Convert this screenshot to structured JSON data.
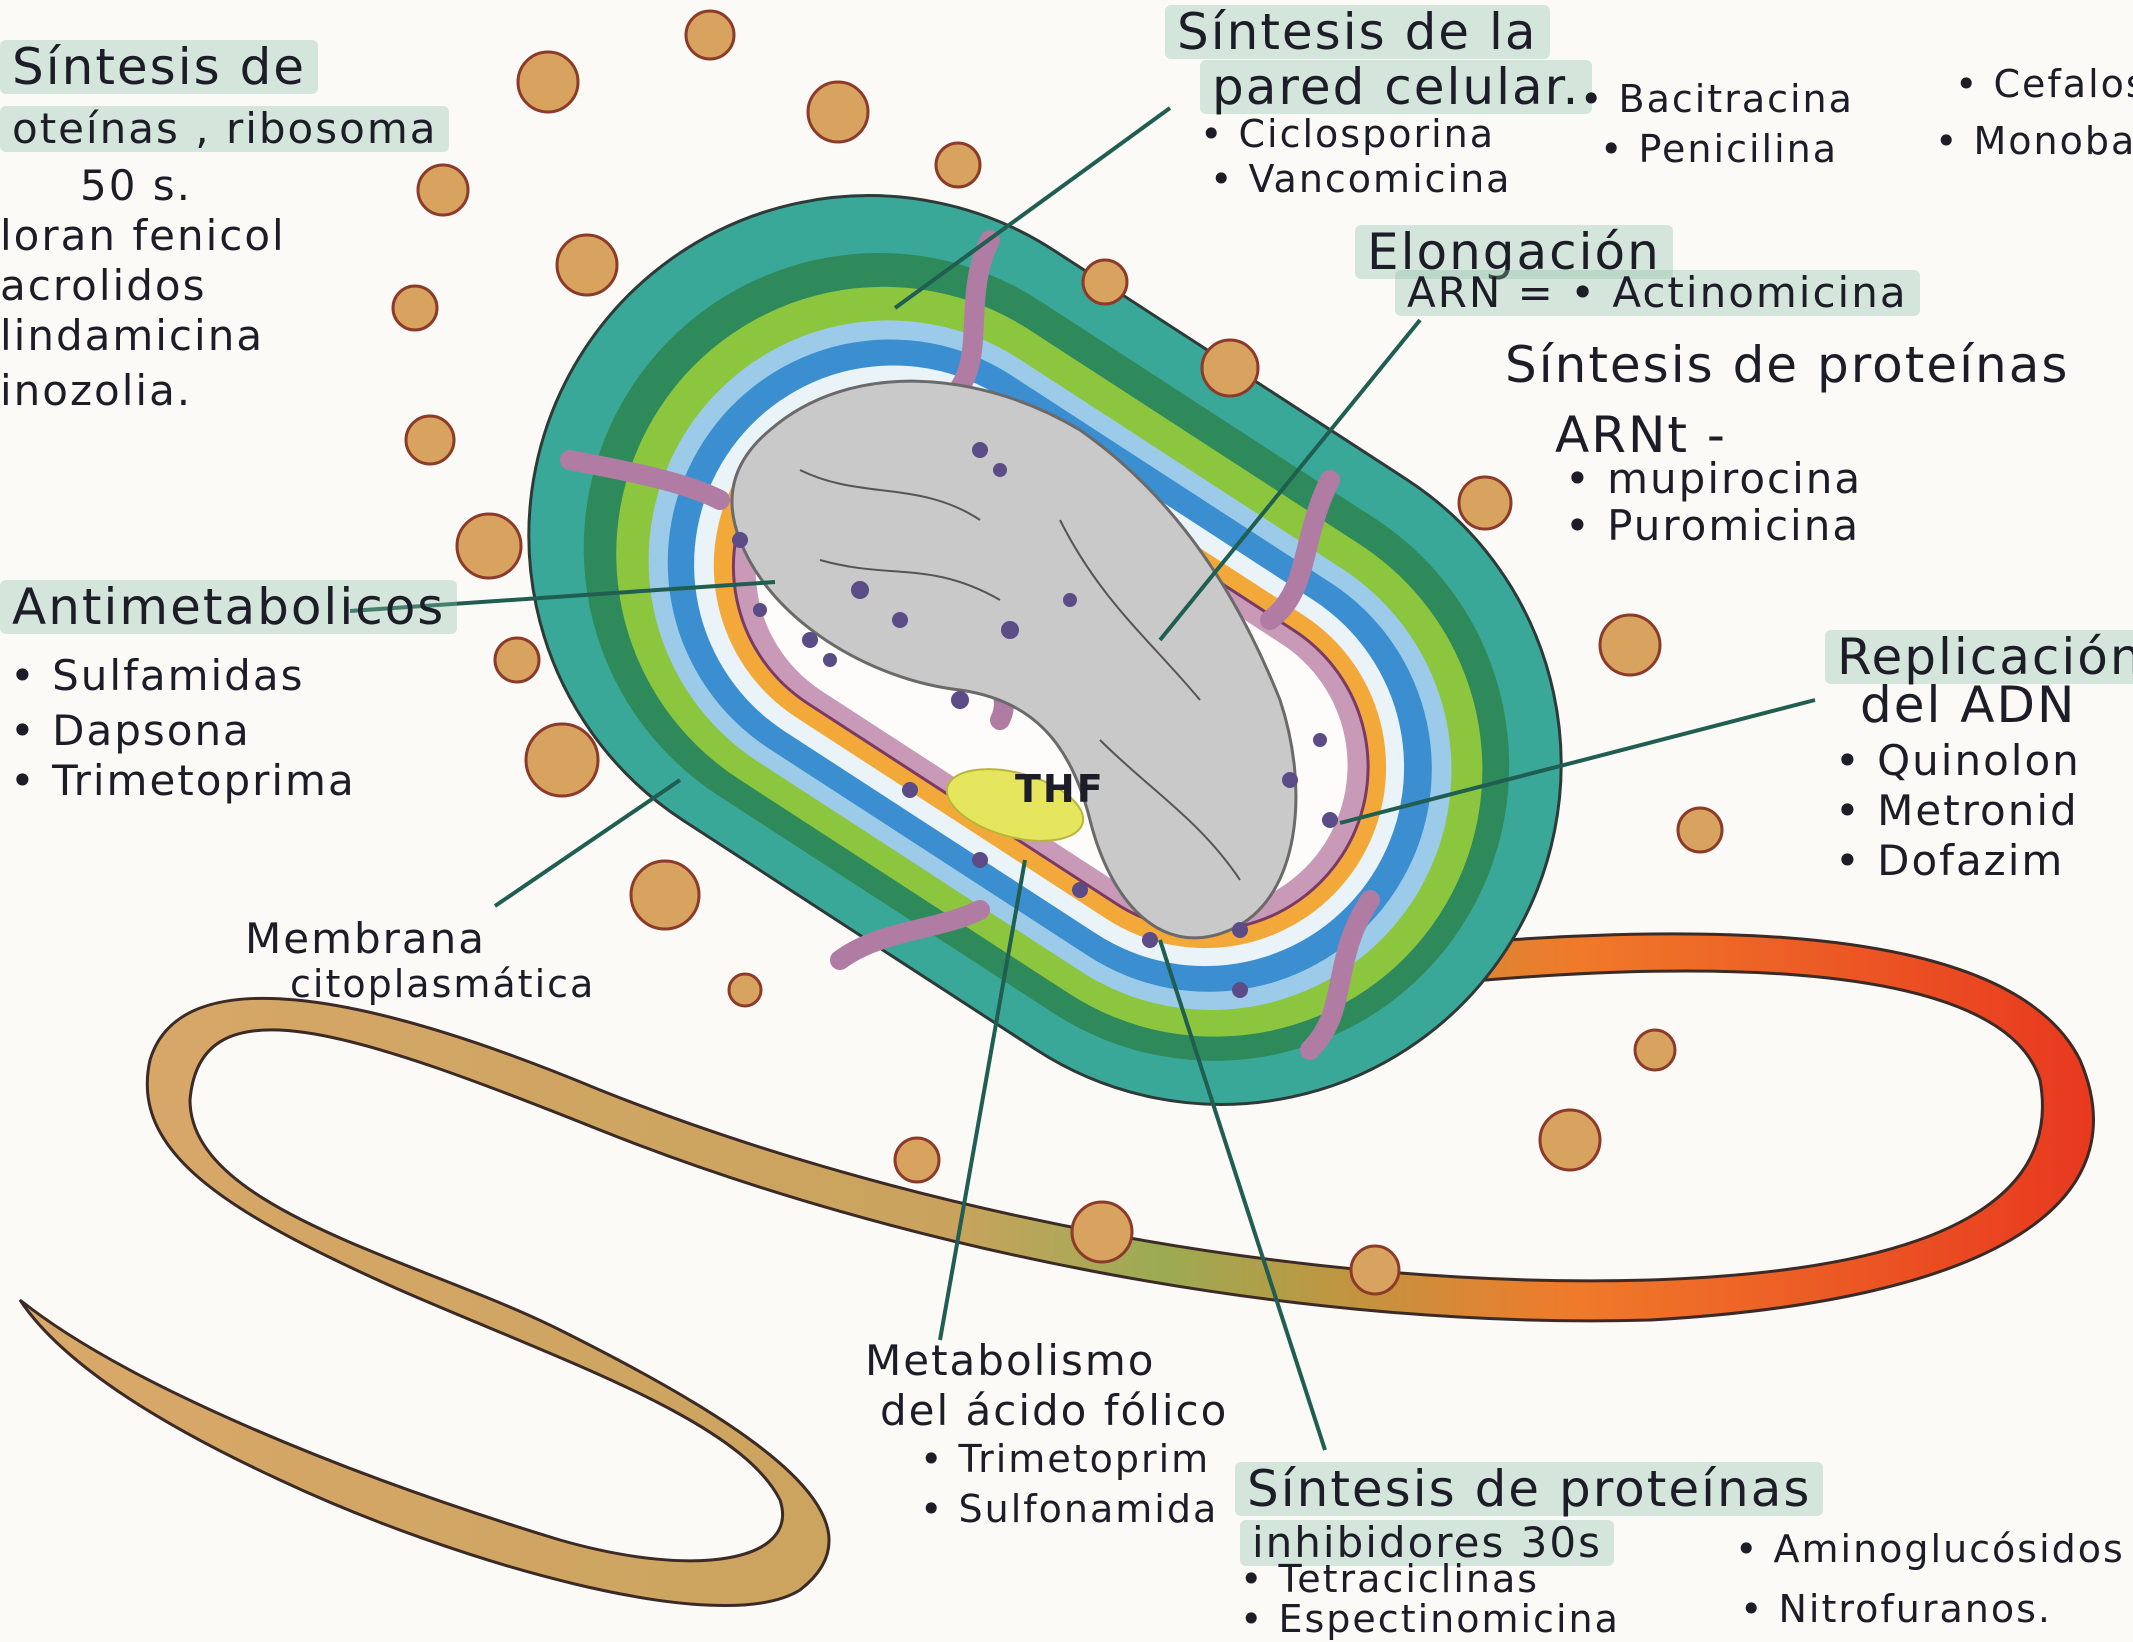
{
  "labels": {
    "ribosome_50s": {
      "title_1": "Síntesis de",
      "title_2": "oteínas , ribosoma",
      "title_3": "50 s.",
      "items": [
        "loran fenicol",
        "acrolidos",
        "lindamicina",
        "inozolia."
      ]
    },
    "antimetabolicos": {
      "title": "Antimetabolicos",
      "items": [
        "• Sulfamidas",
        "• Dapsona",
        "• Trimetoprima"
      ]
    },
    "membrana": {
      "line_1": "Membrana",
      "line_2": "citoplasmática"
    },
    "pared_celular": {
      "title_1": "Síntesis de la",
      "title_2": "pared celular.",
      "items": [
        "• Ciclosporina",
        "• Bacitracina",
        "• Cefalosp",
        "• Vancomicina",
        "• Penicilina",
        "• Monobact"
      ]
    },
    "elongacion": {
      "line_1": "Elongación",
      "line_2": "ARN = • Actinomicina"
    },
    "arnt": {
      "title": "Síntesis de proteínas",
      "subtitle": "ARNt -",
      "items": [
        "• mupirocina",
        "• Puromicina"
      ]
    },
    "replicacion": {
      "title_1": "Replicación",
      "title_2": "del ADN",
      "items": [
        "• Quinolon",
        "• Metronid",
        "• Dofazim"
      ]
    },
    "metabolismo": {
      "title_1": "Metabolismo",
      "title_2": "del ácido fólico",
      "items": [
        "• Trimetoprim",
        "• Sulfonamida"
      ]
    },
    "ribosome_30s": {
      "title_1": "Síntesis de proteínas",
      "title_2": "inhibidores 30s",
      "items": [
        "• Tetraciclinas",
        "• Espectinomicina",
        "• Aminoglucósidos",
        "• Nitrofuranos."
      ]
    },
    "thf": "THF"
  },
  "colors": {
    "outer_teal": "#3aa898",
    "green_band": "#8cc63e",
    "blue_band": "#3b8fd0",
    "orange_band": "#f3a93a",
    "membrane_pink": "#c89ab8",
    "nucleoid_gray": "#c9c9c9",
    "pili_tan": "#d8a25f",
    "flagellum_red": "#e8381f",
    "flagellum_tan": "#d9a86a",
    "thf_yellow": "#e6e65e",
    "highlight": "#a9d7bf"
  }
}
